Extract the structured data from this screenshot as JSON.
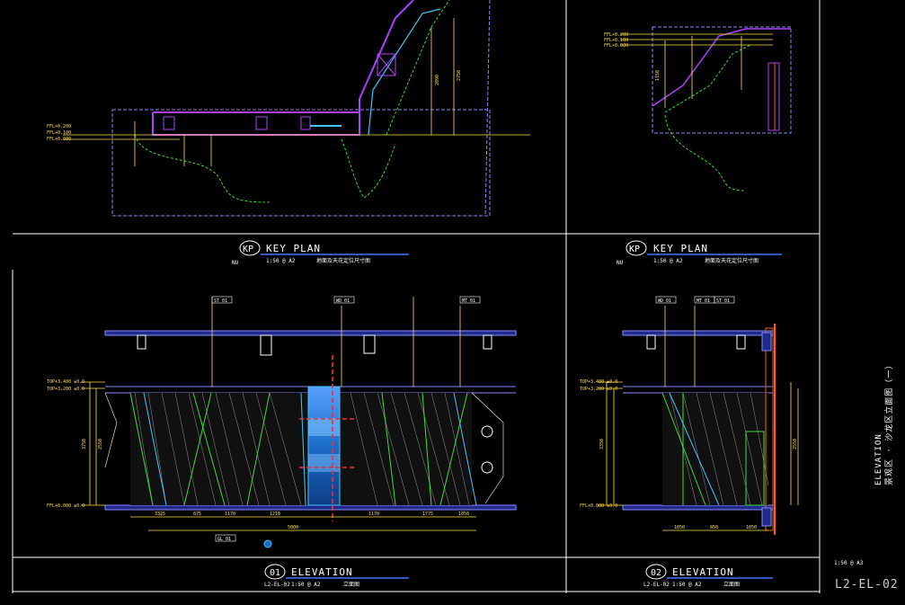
{
  "sheet": {
    "number": "L2-EL-02",
    "side_title_en": "ELEVATION",
    "side_title_cn": "景观区 · 沙龙区立面图（一）",
    "scale_note": "1:50 @ A3"
  },
  "views": [
    {
      "id": "kp-left",
      "number": "KP",
      "title": "KEY PLAN",
      "scale": "1:50 @ A2",
      "subtitle": "地面及天花定位尺寸图",
      "ref": "NU"
    },
    {
      "id": "kp-right",
      "number": "KP",
      "title": "KEY PLAN",
      "scale": "1:50 @ A2",
      "subtitle": "地面及天花定位尺寸图",
      "ref": "NU"
    },
    {
      "id": "el-01",
      "number": "01",
      "title": "ELEVATION",
      "scale": "1:50 @ A2",
      "subtitle": "立面图",
      "ref": "L2-EL-02"
    },
    {
      "id": "el-02",
      "number": "02",
      "title": "ELEVATION",
      "scale": "1:50 @ A2",
      "subtitle": "立面图",
      "ref": "L2-EL-02"
    }
  ],
  "levels": {
    "plan": [
      "FFL+0.200",
      "FFL+0.100",
      "FFL+0.000"
    ],
    "elevation": [
      "TOP+3.400 ±0.0",
      "TOP+3.200 ±0.0",
      "FFL+0.000 ±0.0"
    ]
  },
  "dimensions": {
    "plan_left": [
      "2090",
      "2750"
    ],
    "plan_right": [
      "1150"
    ],
    "el01_horizontal": [
      "3325",
      "875",
      "1170",
      "1210",
      "1170",
      "1775",
      "1050",
      "5000"
    ],
    "el01_vertical": [
      "3750",
      "2550"
    ],
    "el02_horizontal": [
      "1050",
      "850",
      "1050"
    ],
    "el02_vertical": [
      "3350",
      "2550"
    ]
  },
  "tags": {
    "el01": [
      "ST 01",
      "WD 01",
      "MT 01",
      "GL 01"
    ],
    "el02": [
      "WD 01",
      "MT 01",
      "ST 01"
    ]
  },
  "colors": {
    "background": "#000000",
    "frame": "#ffffff",
    "dimension": "#ffe14d",
    "plan_outline": "#8a8aff",
    "purple_wall": "#b040ff",
    "green_line": "#3cdc3c",
    "cyan_line": "#3cc8ff",
    "red_axis": "#ff2a2a",
    "glass_blue": "#1a6cc8",
    "hatch": "#d8d8d8"
  }
}
